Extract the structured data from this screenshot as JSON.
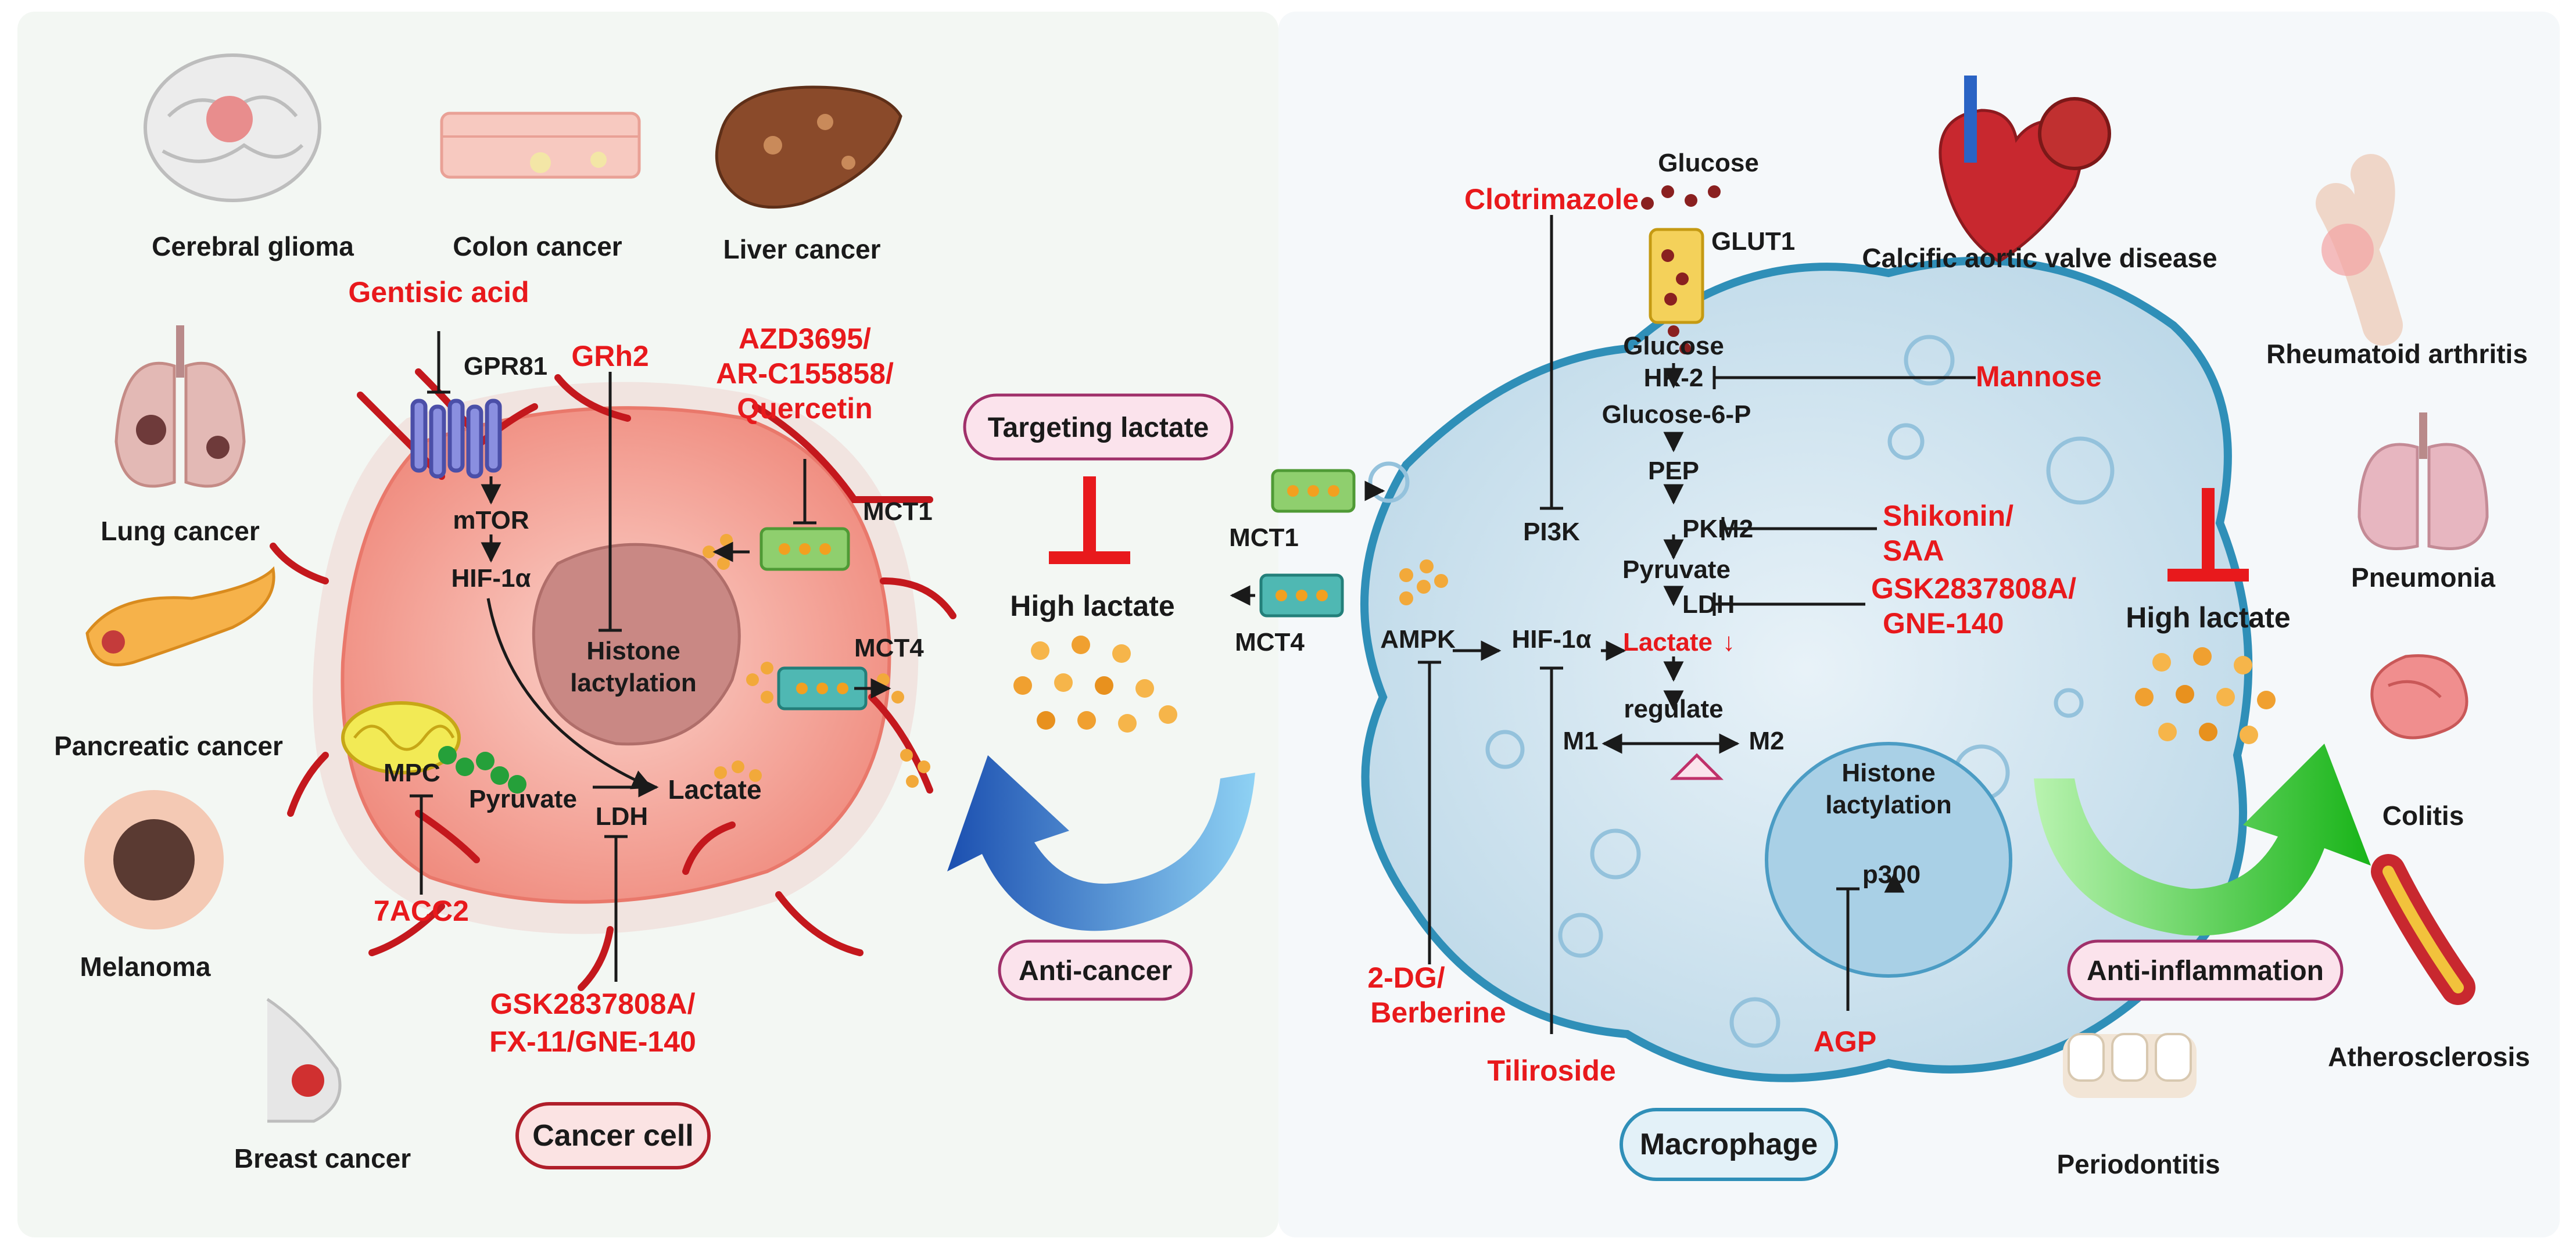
{
  "colors": {
    "drug_red": "#e8191c",
    "cancer_cell": "#f4a79a",
    "macrophage": "#cfe3ef",
    "arrow_blue": "#1f5fb8",
    "arrow_green": "#2bbf2b",
    "pill_border": "#a0306a",
    "pill_fill": "#fbe3ec"
  },
  "cancers": {
    "cerebral_glioma": "Cerebral glioma",
    "colon_cancer": "Colon cancer",
    "liver_cancer": "Liver cancer",
    "lung_cancer": "Lung cancer",
    "pancreatic_cancer": "Pancreatic cancer",
    "melanoma": "Melanoma",
    "breast_cancer": "Breast cancer"
  },
  "inflammation": {
    "cavd": "Calcific aortic valve disease",
    "ra": "Rheumatoid arthritis",
    "pneumonia": "Pneumonia",
    "colitis": "Colitis",
    "atherosclerosis": "Atherosclerosis",
    "periodontitis": "Periodontitis"
  },
  "cancer_cell": {
    "title": "Cancer cell",
    "gpr81": "GPR81",
    "mtor": "mTOR",
    "hif": "HIF-1α",
    "histone1": "Histone",
    "histone2": "lactylation",
    "mct1": "MCT1",
    "mct4": "MCT4",
    "mpc": "MPC",
    "pyruvate": "Pyruvate",
    "lactate": "Lactate",
    "ldh": "LDH"
  },
  "cancer_drugs": {
    "gentisic": "Gentisic acid",
    "grh2": "GRh2",
    "azd_1": "AZD3695/",
    "azd_2": "AR-C155858/",
    "azd_3": "Quercetin",
    "acc": "7ACC2",
    "gsk_1": "GSK2837808A/",
    "gsk_2": "FX-11/GNE-140"
  },
  "middle": {
    "targeting": "Targeting lactate",
    "high_lactate": "High lactate",
    "anti_cancer": "Anti-cancer"
  },
  "macrophage": {
    "title": "Macrophage",
    "glucose_out": "Glucose",
    "glut1": "GLUT1",
    "glucose_in": "Glucose",
    "hk2": "HK-2",
    "g6p": "Glucose-6-P",
    "pep": "PEP",
    "pkm2": "PKM2",
    "pyruvate": "Pyruvate",
    "ldh": "LDH",
    "lactate": "Lactate",
    "pi3k": "PI3K",
    "ampk": "AMPK",
    "hif": "HIF-1α",
    "regulate": "regulate",
    "m1": "M1",
    "m2": "M2",
    "histone1": "Histone",
    "histone2": "lactylation",
    "p300": "p300",
    "mct1": "MCT1",
    "mct4": "MCT4"
  },
  "mac_drugs": {
    "clotrimazole": "Clotrimazole",
    "mannose": "Mannose",
    "shikonin_1": "Shikonin/",
    "shikonin_2": "SAA",
    "gsk_1": "GSK2837808A/",
    "gsk_2": "GNE-140",
    "dg_1": "2-DG/",
    "dg_2": "Berberine",
    "tiliroside": "Tiliroside",
    "agp": "AGP"
  },
  "right": {
    "high_lactate": "High lactate",
    "anti_inflammation": "Anti-inflammation"
  }
}
